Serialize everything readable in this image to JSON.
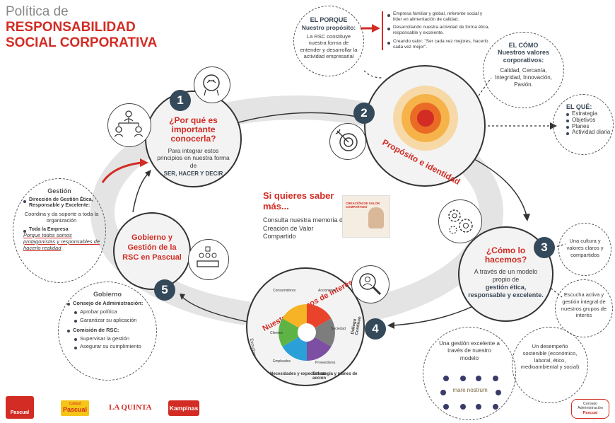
{
  "header": {
    "line1": "Política de",
    "line2": "RESPONSABILIDAD",
    "line3": "SOCIAL CORPORATIVA"
  },
  "porque": {
    "title": "EL PORQUE",
    "subtitle": "Nuestro propósito:",
    "text": "La RSC constituye nuestra forma de entender y desarrollar la actividad empresarial"
  },
  "proposito_bullets": [
    "Empresa familiar y global, referente social y líder en alimentación de calidad.",
    "Desarrollando nuestra actividad de forma ética, responsable y excelente.",
    "Creando valor: \"Ser cada vez mejores, hacerlo cada vez mejor\"."
  ],
  "como": {
    "title": "EL CÓMO",
    "subtitle": "Nuestros valores corporativos:",
    "text": "Calidad, Cercanía, Integridad, Innovación, Pasión."
  },
  "que": {
    "title": "EL QUÉ:",
    "items": [
      "Estrategia",
      "Objetivos",
      "Planes",
      "Actividad diaria"
    ]
  },
  "step1": {
    "num": "1",
    "title": "¿Por qué es importante conocerla?",
    "text": "Para integrar estos principios en nuestra forma de",
    "emph": "SER, HACER Y DECIR"
  },
  "step2": {
    "num": "2",
    "title": "Propósito e identidad"
  },
  "step3": {
    "num": "3",
    "title": "¿Cómo lo hacemos?",
    "text": "A través de un modelo propio de",
    "emph": "gestión ética, responsable y excelente."
  },
  "step4": {
    "num": "4",
    "title": "Nuestros grupos de interés",
    "wheel": [
      "Consumidores",
      "Accionistas",
      "Clientes",
      "Sociedad",
      "Empleados",
      "Proveedores"
    ],
    "outer_labels": [
      "Escuchar",
      "Necesidades y expectativas",
      "Estrategia y planes de acción",
      "Diálogo Continuo"
    ]
  },
  "step5": {
    "num": "5",
    "title": "Gobierno y Gestión de la RSC en Pascual"
  },
  "saber_mas": {
    "title": "Si quieres saber más...",
    "text": "Consulta nuestra memoria de Creación de Valor Compartido",
    "cover": "CREACIÓN DE VALOR COMPARTIDO"
  },
  "gestion": {
    "title": "Gestión",
    "item1_title": "Dirección de Gestión Ética, Responsable y Excelente:",
    "item1_text": "Coordina y da soporte a toda la organización",
    "item2_title": "Toda la Empresa",
    "item2_text": "Porque todos somos protagonistas y responsables de hacerlo realidad"
  },
  "gobierno": {
    "title": "Gobierno",
    "item1_title": "Consejo de Administración:",
    "item1_subs": [
      "Aprobar política",
      "Garantizar su aplicación"
    ],
    "item2_title": "Comisión de RSC:",
    "item2_subs": [
      "Supervisar la gestión",
      "Asegurar su cumplimiento"
    ]
  },
  "side_right": {
    "cultura": "Una cultura y valores claros y compartidos",
    "escucha": "Escucha activa y gestión integral de nuestros grupos de interés",
    "excelente": "Una gestión excelente a través de nuestro modelo",
    "model_name": "mare nostrum",
    "desempeno": "Un desempeño sostenible (económico, laboral, ético, medioambiental y social)"
  },
  "logos": {
    "pascual": "Pascual",
    "calidad_pascual": "Pascual",
    "calidad_label": "Calidad",
    "quinta": "LA QUINTA",
    "kampinas": "Kampinas",
    "footer_right_line1": "Consejo",
    "footer_right_line2": "Administración",
    "footer_right_line3": "Pascual"
  },
  "colors": {
    "red": "#d22c24",
    "navy": "#34495a",
    "ring": "#e3e3e3"
  }
}
